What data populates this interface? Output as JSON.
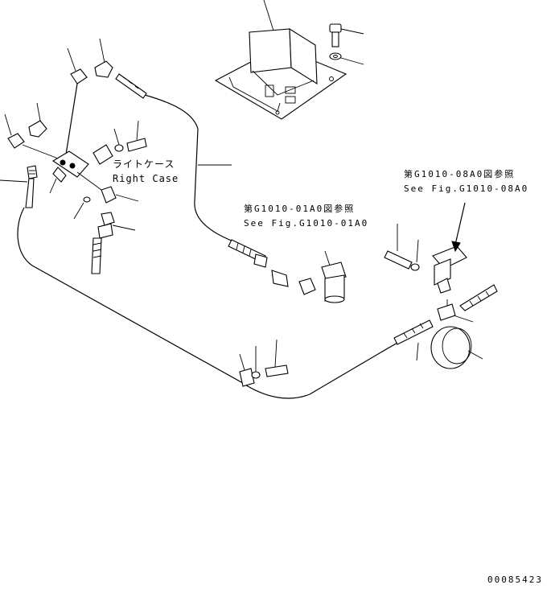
{
  "labels": {
    "right_case_jp": "ライトケース",
    "right_case_en": "Right Case",
    "ref_left_jp": "第G1010-01A0図参照",
    "ref_left_en": "See Fig.G1010-01A0",
    "ref_right_jp": "第G1010-08A0図参照",
    "ref_right_en": "See Fig.G1010-08A0",
    "figure_number": "00085423"
  }
}
